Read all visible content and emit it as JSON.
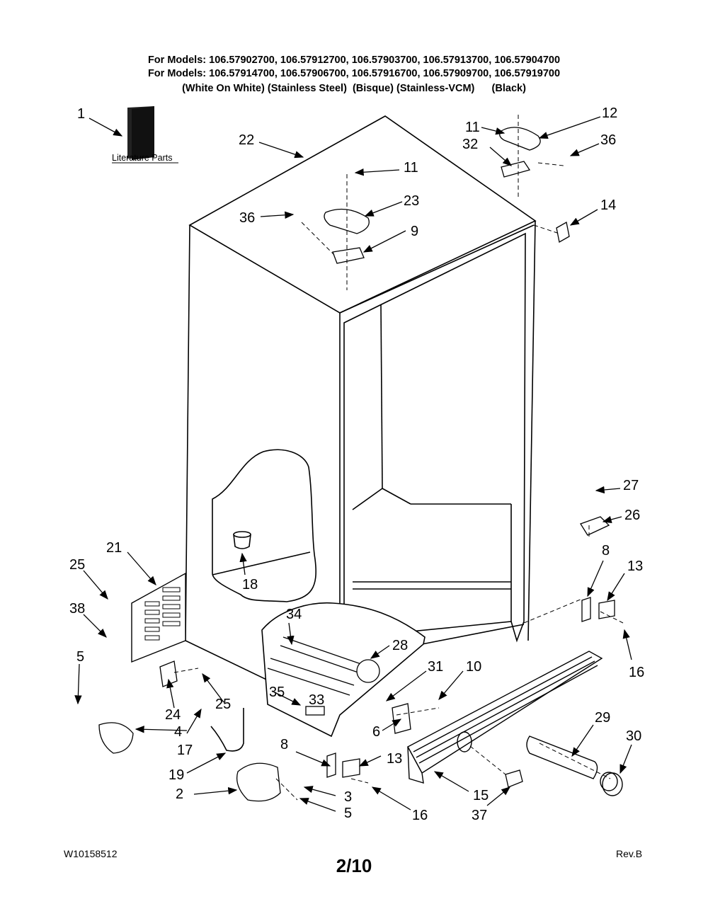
{
  "header": {
    "line1": "For Models: 106.57902700, 106.57912700, 106.57903700, 106.57913700, 106.57904700",
    "line2": "For Models: 106.57914700, 106.57906700, 106.57916700, 106.57909700, 106.57919700",
    "line3": "(White On White) (Stainless Steel)  (Bisque) (Stainless-VCM)      (Black)"
  },
  "literature_label": "Literature Parts",
  "callouts": {
    "c1": "1",
    "c2": "2",
    "c3": "3",
    "c4": "4",
    "c5a": "5",
    "c5b": "5",
    "c6": "6",
    "c8a": "8",
    "c8b": "8",
    "c9": "9",
    "c10": "10",
    "c11a": "11",
    "c11b": "11",
    "c12": "12",
    "c13a": "13",
    "c13b": "13",
    "c14": "14",
    "c15": "15",
    "c16a": "16",
    "c16b": "16",
    "c17": "17",
    "c18": "18",
    "c19": "19",
    "c21": "21",
    "c22": "22",
    "c23": "23",
    "c24": "24",
    "c25a": "25",
    "c25b": "25",
    "c26": "26",
    "c27": "27",
    "c28": "28",
    "c29": "29",
    "c30": "30",
    "c31": "31",
    "c32": "32",
    "c33": "33",
    "c34": "34",
    "c35": "35",
    "c36a": "36",
    "c36b": "36",
    "c37": "37",
    "c38": "38"
  },
  "footer": {
    "doc_number": "W10158512",
    "page": "2/10",
    "revision": "Rev.B"
  }
}
